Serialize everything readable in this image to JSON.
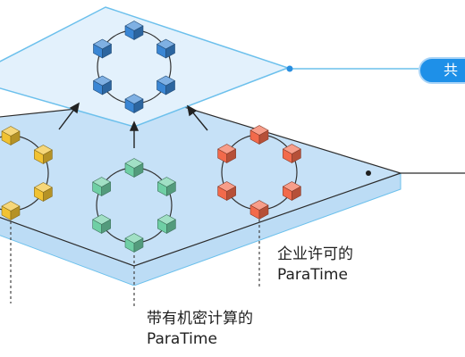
{
  "labels": {
    "confidential_paratime": [
      "带有机密计算的",
      "ParaTime"
    ],
    "permissioned_paratime": [
      "企业许可的",
      "ParaTime"
    ],
    "badge_text": "共"
  },
  "colors": {
    "top_layer_fill": "#e3f1fc",
    "top_layer_stroke": "#6cc0ec",
    "lower_layer_fill": "#c6e1f7",
    "lower_layer_back": "#bcdcf5",
    "ring_stroke": "#333333",
    "blue_cube": "#3a86d4",
    "yellow_cube": "#f1c232",
    "green_cube": "#6fcfa5",
    "red_cube": "#f26a4b",
    "badge": "#1e90e8"
  },
  "clusters": [
    {
      "name": "top-blue-cluster",
      "color_key": "blue_cube"
    },
    {
      "name": "left-yellow-cluster",
      "color_key": "yellow_cube"
    },
    {
      "name": "middle-green-cluster",
      "color_key": "green_cube"
    },
    {
      "name": "right-red-cluster",
      "color_key": "red_cube"
    }
  ]
}
